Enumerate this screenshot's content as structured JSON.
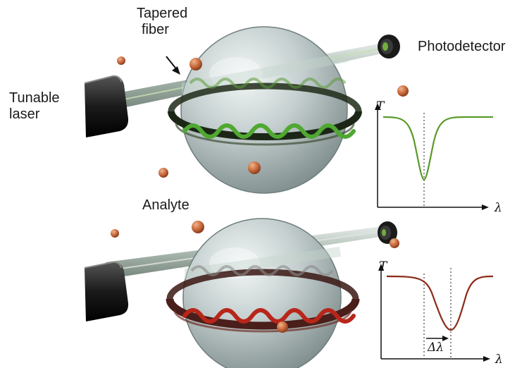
{
  "labels": {
    "tapered_fiber_line1": "Tapered",
    "tapered_fiber_line2": "fiber",
    "photodetector": "Photodetector",
    "tunable_laser_line1": "Tunable",
    "tunable_laser_line2": "laser",
    "analyte": "Analyte"
  },
  "plots": {
    "top": {
      "y_label": "T",
      "x_label": "λ",
      "curve_color": "#5a9a2a"
    },
    "bottom": {
      "y_label": "T",
      "x_label": "λ",
      "shift_label": "Δλ",
      "curve_color": "#8b2a16"
    }
  },
  "colors": {
    "sphere": "#c9d3d3",
    "green_mode": "#4fa832",
    "red_mode": "#b8261a",
    "fiber": "#a8b8b0",
    "analyte_particle": "#c8734a"
  }
}
